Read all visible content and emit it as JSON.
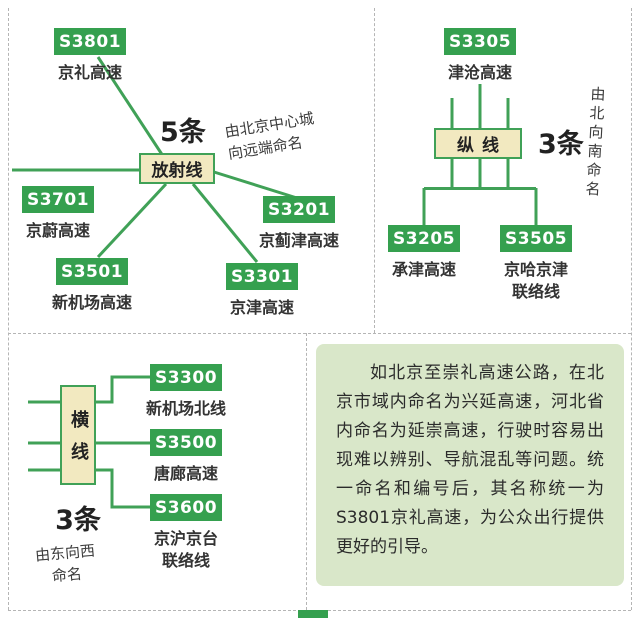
{
  "colors": {
    "badge_green": "#35a04f",
    "line_green": "#40a157",
    "node_beige": "#f2e9c0",
    "infobox_green": "#d9e7c9"
  },
  "radial": {
    "count": "5条",
    "node_label": "放射线",
    "note_line1": "由北京中心城",
    "note_line2": "向远端命名",
    "roads": [
      {
        "code": "S3801",
        "name": "京礼高速"
      },
      {
        "code": "S3701",
        "name": "京蔚高速"
      },
      {
        "code": "S3201",
        "name": "京蓟津高速"
      },
      {
        "code": "S3501",
        "name": "新机场高速"
      },
      {
        "code": "S3301",
        "name": "京津高速"
      }
    ]
  },
  "vertical_group": {
    "count": "3条",
    "node_label": "纵线",
    "note": "由北向南命名",
    "roads": [
      {
        "code": "S3305",
        "name": "津沧高速"
      },
      {
        "code": "S3205",
        "name": "承津高速"
      },
      {
        "code": "S3505",
        "name": "京哈京津",
        "name_line2": "联络线"
      }
    ]
  },
  "horizontal_group": {
    "count": "3条",
    "node_label": "横线",
    "note_line1": "由东向西",
    "note_line2": "命名",
    "roads": [
      {
        "code": "S3300",
        "name": "新机场北线"
      },
      {
        "code": "S3500",
        "name": "唐廊高速"
      },
      {
        "code": "S3600",
        "name": "京沪京台",
        "name_line2": "联络线"
      }
    ]
  },
  "infobox": {
    "text": "如北京至崇礼高速公路，在北京市域内命名为兴延高速，河北省内命名为延崇高速，行驶时容易出现难以辨别、导航混乱等问题。统一命名和编号后，其名称统一为S3801京礼高速，为公众出行提供更好的引导。"
  }
}
